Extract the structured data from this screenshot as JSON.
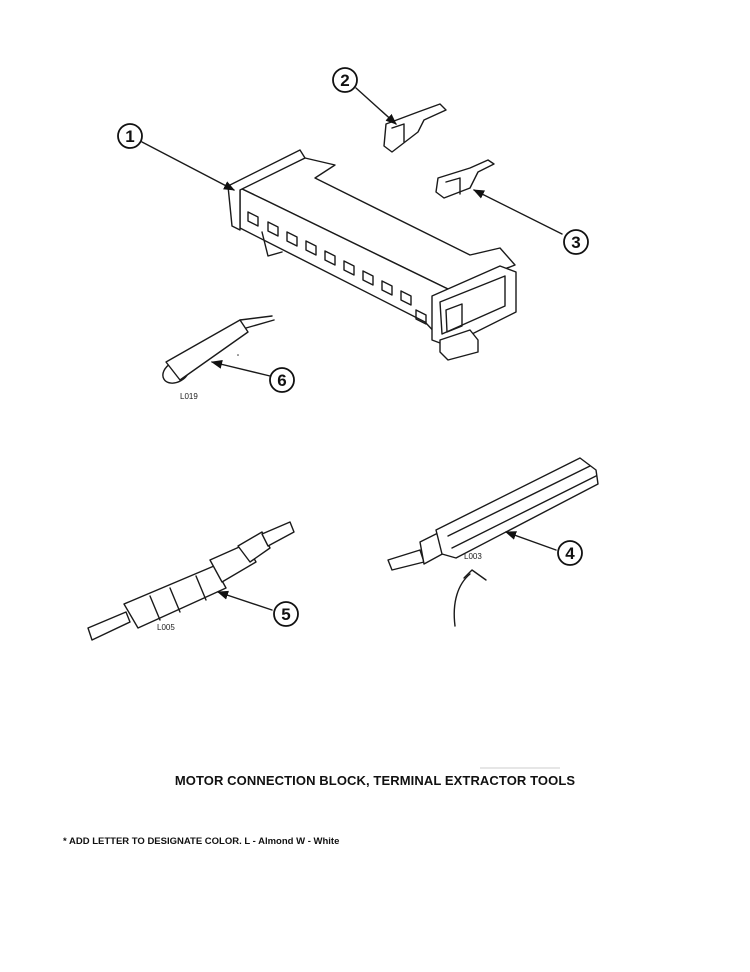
{
  "callouts": {
    "c1": "1",
    "c2": "2",
    "c3": "3",
    "c4": "4",
    "c5": "5",
    "c6": "6"
  },
  "codes": {
    "l019": "L019",
    "l003": "L003",
    "l005": "L005"
  },
  "caption": "MOTOR CONNECTION BLOCK, TERMINAL EXTRACTOR TOOLS",
  "footnote": "* ADD LETTER TO DESIGNATE COLOR.  L - Almond  W - White"
}
